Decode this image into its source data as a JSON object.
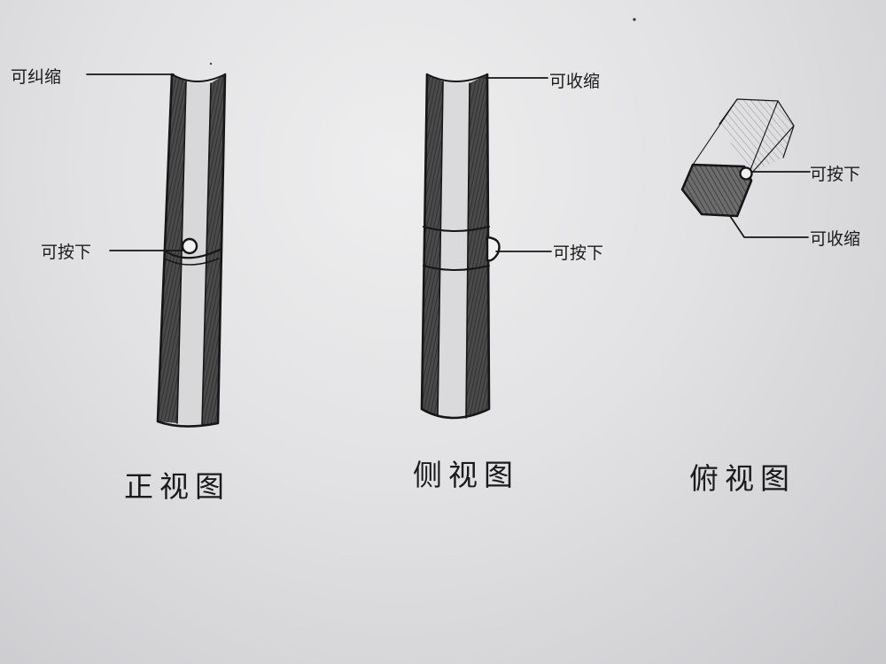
{
  "front_view": {
    "title": "正视图",
    "label_retractable": "可纠缩",
    "label_pressable": "可按下"
  },
  "side_view": {
    "title": "侧视图",
    "label_retractable": "可收缩",
    "label_pressable": "可按下"
  },
  "top_view": {
    "title": "俯视图",
    "label_pressable": "可按下",
    "label_retractable": "可收缩"
  },
  "colors": {
    "paper": "#e2e2e4",
    "pencil": "#161616",
    "shading": "#3a3a3a"
  }
}
